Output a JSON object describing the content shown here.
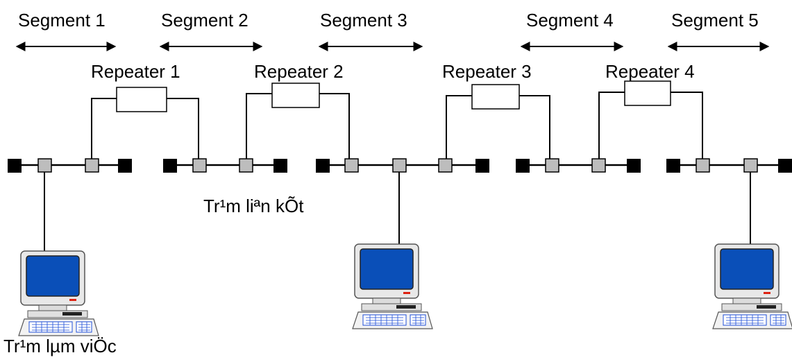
{
  "segments": [
    "Segment 1",
    "Segment 2",
    "Segment 3",
    "Segment 4",
    "Segment 5"
  ],
  "repeaters": [
    "Repeater 1",
    "Repeater 2",
    "Repeater 3",
    "Repeater 4"
  ],
  "hub_label": "Tr¹m liªn kÕt",
  "workstation_label": "Tr¹m lµm viÖc",
  "colors": {
    "screen": "#0a4fb8",
    "node": "#bdbdbd",
    "terminator": "#000000",
    "computer_body": "#e8e8e8"
  }
}
